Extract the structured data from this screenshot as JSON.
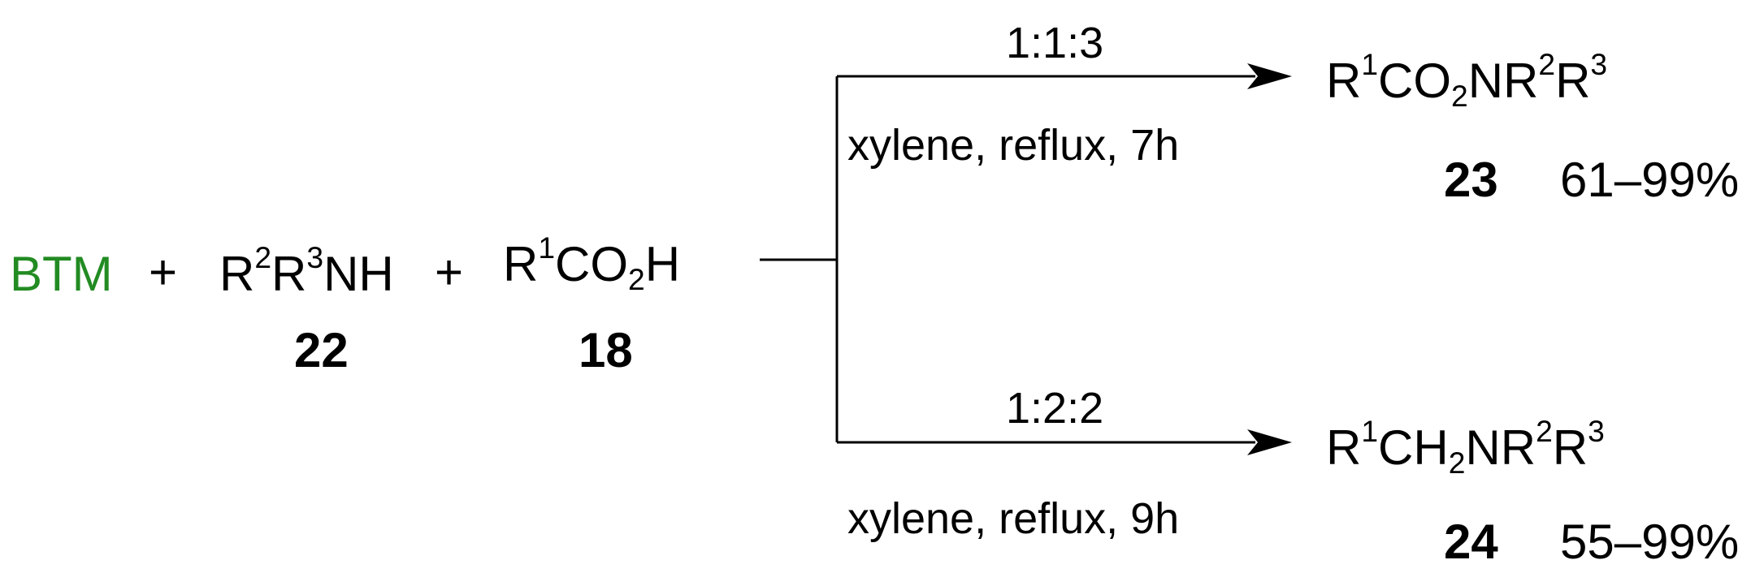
{
  "reagents": {
    "btm": {
      "text": "BTM",
      "color": "#228B22"
    },
    "plus1": "+",
    "amine": {
      "a": "R",
      "s1": "2",
      "b": "R",
      "s2": "3",
      "c": "NH"
    },
    "plus2": "+",
    "acid": {
      "a": "R",
      "s1": "1",
      "b": "CO",
      "s2": "2",
      "c": "H"
    },
    "amine_number": "22",
    "acid_number": "18"
  },
  "upper_branch": {
    "ratio": "1:1:3",
    "conditions": "xylene, reflux, 7h",
    "product": {
      "a": "R",
      "s1": "1",
      "b": "CO",
      "s2": "2",
      "c": "NR",
      "s3": "2",
      "d": "R",
      "s4": "3"
    },
    "number": "23",
    "yield": "61–99%"
  },
  "lower_branch": {
    "ratio": "1:2:2",
    "conditions": "xylene, reflux, 9h",
    "product": {
      "a": "R",
      "s1": "1",
      "b": "CH",
      "s2": "2",
      "c": "NR",
      "s3": "2",
      "d": "R",
      "s4": "3"
    },
    "number": "24",
    "yield": "55–99%"
  }
}
